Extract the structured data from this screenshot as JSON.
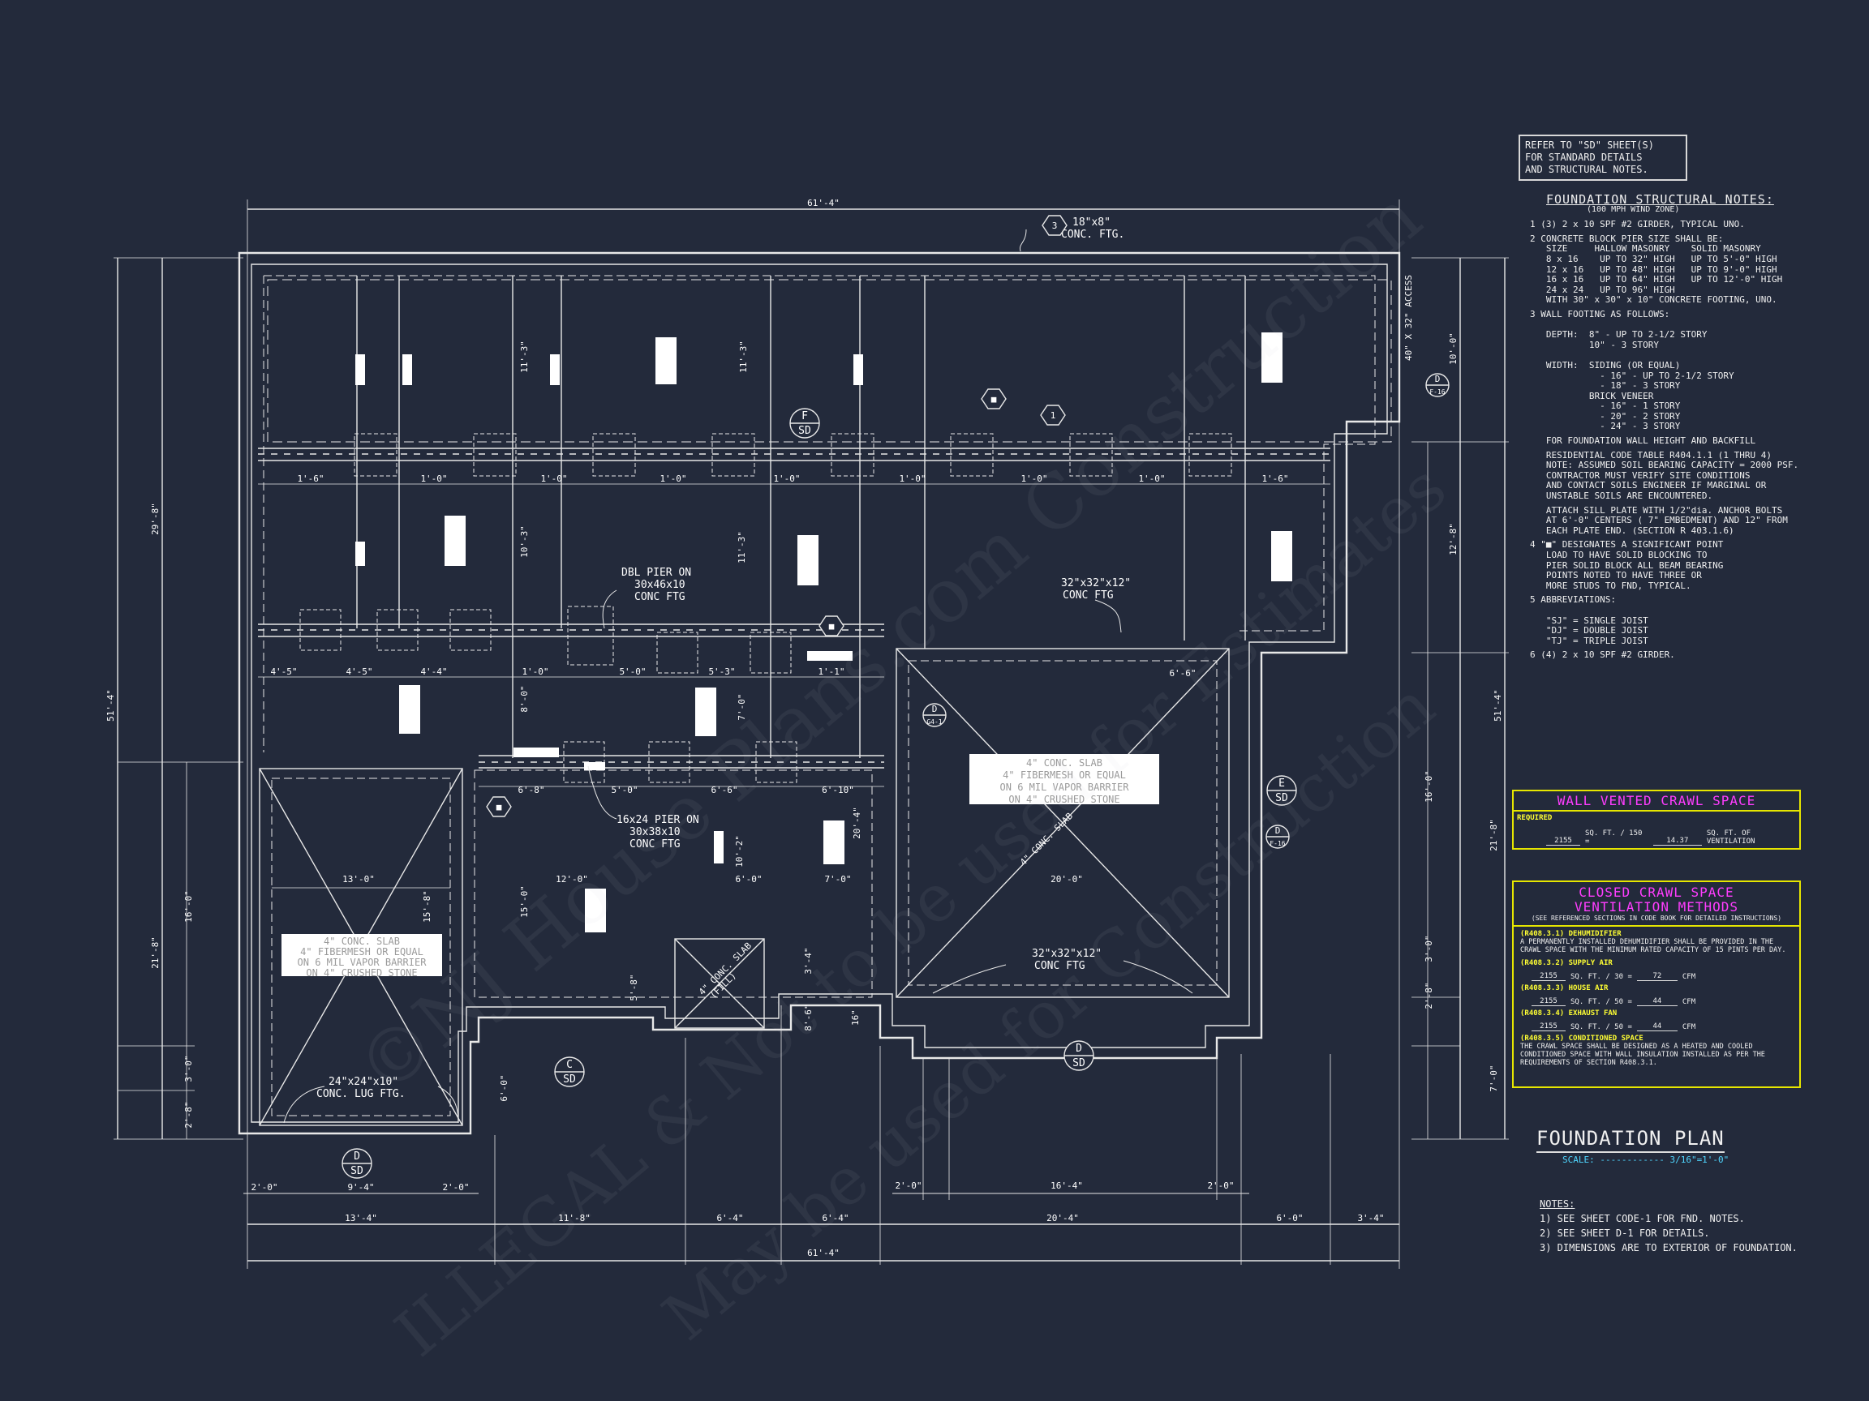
{
  "plan": {
    "dims": {
      "overall_top": "61'-4\"",
      "overall_bottom": "61'-4\"",
      "left_outer": "51'-4\"",
      "left_inner": "29'-8\"",
      "left_lower": "21'-8\"",
      "left_a": "16'-0\"",
      "left_b": "3'-0\"",
      "left_c": "2'-8\"",
      "right_outer": "51'-4\"",
      "right_a": "10'-0\"",
      "right_b": "12'-8\"",
      "right_c": "21'-8\"",
      "right_d": "16'-0\"",
      "right_e": "3'-0\"",
      "right_f": "2'-8\"",
      "right_g": "7'-0\"",
      "bottom_segments": [
        "13'-4\"",
        "11'-8\"",
        "6'-4\"",
        "6'-4\"",
        "20'-4\"",
        "6'-0\"",
        "3'-4\""
      ],
      "bottom_inner": [
        "2'-0\"",
        "9'-4\"",
        "2'-0\"",
        "2'-0\"",
        "16'-4\"",
        "2'-0\""
      ],
      "row1": [
        "1'-6\"",
        "1'-0\"",
        "1'-0\"",
        "1'-0\"",
        "1'-0\"",
        "1'-0\"",
        "1'-0\"",
        "1'-0\"",
        "1'-6\""
      ],
      "row2": [
        "4'-5\"",
        "4'-5\"",
        "4'-4\"",
        "1'-0\"",
        "5'-0\"",
        "5'-3\"",
        "1'-1\""
      ],
      "row3": [
        "6'-8\"",
        "5'-0\"",
        "6'-6\"",
        "6'-10\""
      ],
      "vert_mid": [
        "11'-3\"",
        "11'-3\"",
        "10'-3\"",
        "11'-3\"",
        "8'-0\"",
        "7'-0\""
      ],
      "misc": [
        "12'-0\"",
        "13'-0\"",
        "20'-0\"",
        "6'-6\"",
        "15'-8\"",
        "15'-0\"",
        "6'-0\"",
        "10'-2\"",
        "20'-4\"",
        "7'-0\"",
        "5'-8\"",
        "3'-4\"",
        "8'-6\"",
        "16\"",
        "6'-0\""
      ]
    },
    "labels": {
      "ftg_top": "18\"x8\"",
      "ftg_top2": "CONC. FTG.",
      "access": "40\" X 32\" ACCESS",
      "dbl_pier1": "DBL PIER ON",
      "dbl_pier2": "30x46x10",
      "dbl_pier3": "CONC FTG",
      "pier_32a": "32\"x32\"x12\"",
      "pier_32b": "CONC FTG",
      "pier_16a": "16x24 PIER ON",
      "pier_16b": "30x38x10",
      "pier_16c": "CONC FTG",
      "pier_32c": "32\"x32\"x12\"",
      "pier_32d": "CONC FTG",
      "lug1": "24\"x24\"x10\"",
      "lug2": "CONC. LUG FTG.",
      "slab_right": [
        "4\" CONC. SLAB",
        "4\" FIBERMESH OR EQUAL",
        "ON 6 MIL VAPOR BARRIER",
        "ON 4\" CRUSHED STONE"
      ],
      "slab_left": [
        "4\" CONC. SLAB",
        "4\" FIBERMESH OR EQUAL",
        "ON 6 MIL VAPOR BARRIER",
        "ON 4\" CRUSHED STONE"
      ],
      "slab_small": "4\" CONC. SLAB",
      "slab_small2": "(FILL)",
      "slab_diag": "4\" CONC. SLAB"
    },
    "tags": {
      "f_sd": [
        "F",
        "SD"
      ],
      "e_sd": [
        "E",
        "SD"
      ],
      "c_sd": [
        "C",
        "SD"
      ],
      "d_sd_bottom": [
        "D",
        "SD"
      ],
      "d_sd_mid": [
        "D",
        "SD"
      ],
      "d_f16_a": [
        "D",
        "F-16"
      ],
      "d_f16_b": [
        "D",
        "F-16"
      ],
      "d_g41": [
        "D",
        "G4-1"
      ],
      "hex3": "3",
      "hex1": "1",
      "hex_square": "■"
    }
  },
  "ref_box": [
    "REFER TO \"SD\" SHEET(S)",
    "FOR STANDARD DETAILS",
    "AND STRUCTURAL NOTES."
  ],
  "structural_notes": {
    "title": "FOUNDATION STRUCTURAL NOTES:",
    "subtitle": "(100 MPH WIND ZONE)",
    "items": [
      "1 (3) 2 x 10 SPF #2 GIRDER, TYPICAL UNO.",
      "2 CONCRETE BLOCK PIER SIZE SHALL BE:\n   SIZE     HALLOW MASONRY    SOLID MASONRY\n   8 x 16    UP TO 32\" HIGH   UP TO 5'-0\" HIGH\n   12 x 16   UP TO 48\" HIGH   UP TO 9'-0\" HIGH\n   16 x 16   UP TO 64\" HIGH   UP TO 12'-0\" HIGH\n   24 x 24   UP TO 96\" HIGH\n   WITH 30\" x 30\" x 10\" CONCRETE FOOTING, UNO.",
      "3 WALL FOOTING AS FOLLOWS:\n\n   DEPTH:  8\" - UP TO 2-1/2 STORY\n           10\" - 3 STORY\n\n   WIDTH:  SIDING (OR EQUAL)\n             - 16\" - UP TO 2-1/2 STORY\n             - 18\" - 3 STORY\n           BRICK VENEER\n             - 16\" - 1 STORY\n             - 20\" - 2 STORY\n             - 24\" - 3 STORY",
      "   FOR FOUNDATION WALL HEIGHT AND BACKFILL",
      "   RESIDENTIAL CODE TABLE R404.1.1 (1 THRU 4)\n   NOTE: ASSUMED SOIL BEARING CAPACITY = 2000 PSF.\n   CONTRACTOR MUST VERIFY SITE CONDITIONS\n   AND CONTACT SOILS ENGINEER IF MARGINAL OR\n   UNSTABLE SOILS ARE ENCOUNTERED.",
      "   ATTACH SILL PLATE WITH 1/2\"dia. ANCHOR BOLTS\n   AT 6'-0\" CENTERS ( 7\" EMBEDMENT) AND 12\" FROM\n   EACH PLATE END. (SECTION R 403.1.6)",
      "4 \"■\" DESIGNATES A SIGNIFICANT POINT\n   LOAD TO HAVE SOLID BLOCKING TO\n   PIER SOLID BLOCK ALL BEAM BEARING\n   POINTS NOTED TO HAVE THREE OR\n   MORE STUDS TO FND, TYPICAL.",
      "5 ABBREVIATIONS:\n\n   \"SJ\" = SINGLE JOIST\n   \"DJ\" = DOUBLE JOIST\n   \"TJ\" = TRIPLE JOIST",
      "6 (4) 2 x 10 SPF #2 GIRDER."
    ]
  },
  "wall_vented": {
    "title": "WALL VENTED CRAWL SPACE",
    "required": "REQUIRED",
    "area": "2155",
    "unit1": "SQ. FT. / 150 =",
    "result": "14.37",
    "unit2": "SQ. FT. OF VENTILATION"
  },
  "closed_crawl": {
    "title1": "CLOSED CRAWL SPACE",
    "title2": "VENTILATION METHODS",
    "subtitle": "(SEE REFERENCED SECTIONS IN CODE BOOK FOR DETAILED INSTRUCTIONS)",
    "dehum_h": "(R408.3.1) DEHUMIDIFIER",
    "dehum_t": "A PERMANENTLY INSTALLED DEHUMIDIFIER SHALL BE PROVIDED IN THE CRAWL SPACE WITH THE MINIMUM RATED CAPACITY OF 15 PINTS PER DAY.",
    "supply_h": "(R408.3.2) SUPPLY AIR",
    "supply_area": "2155",
    "supply_unit": "SQ. FT. / 30 =",
    "supply_val": "72",
    "house_h": "(R408.3.3) HOUSE AIR",
    "house_area": "2155",
    "house_unit": "SQ. FT. / 50 =",
    "house_val": "44",
    "exhaust_h": "(R408.3.4) EXHAUST FAN",
    "exhaust_area": "2155",
    "exhaust_unit": "SQ. FT. / 50 =",
    "exhaust_val": "44",
    "cfm": "CFM",
    "cond_h": "(R408.3.5) CONDITIONED SPACE",
    "cond_t": "THE CRAWL SPACE SHALL BE DESIGNED AS A HEATED AND COOLED CONDITIONED SPACE WITH WALL INSULATION INSTALLED AS PER THE REQUIREMENTS OF SECTION R408.3.1."
  },
  "plan_title": "FOUNDATION PLAN",
  "scale": "SCALE: ------------ 3/16\"=1'-0\"",
  "notes": {
    "heading": "NOTES:",
    "items": [
      "1) SEE SHEET CODE-1 FOR FND. NOTES.",
      "2) SEE SHEET D-1 FOR DETAILS.",
      "3) DIMENSIONS ARE TO EXTERIOR OF FOUNDATION."
    ]
  },
  "watermark": {
    "line1": "©NJ House Plans.com Construction",
    "line2": "ILLEGAL & Not to be used for Estimates",
    "line3": "May be used for Construction"
  },
  "colors": {
    "background": "#232a3b",
    "line": "#e8e8e8",
    "accent_magenta": "#ff3dff",
    "accent_yellow": "#e6e600",
    "accent_cyan": "#4fd6ff"
  }
}
